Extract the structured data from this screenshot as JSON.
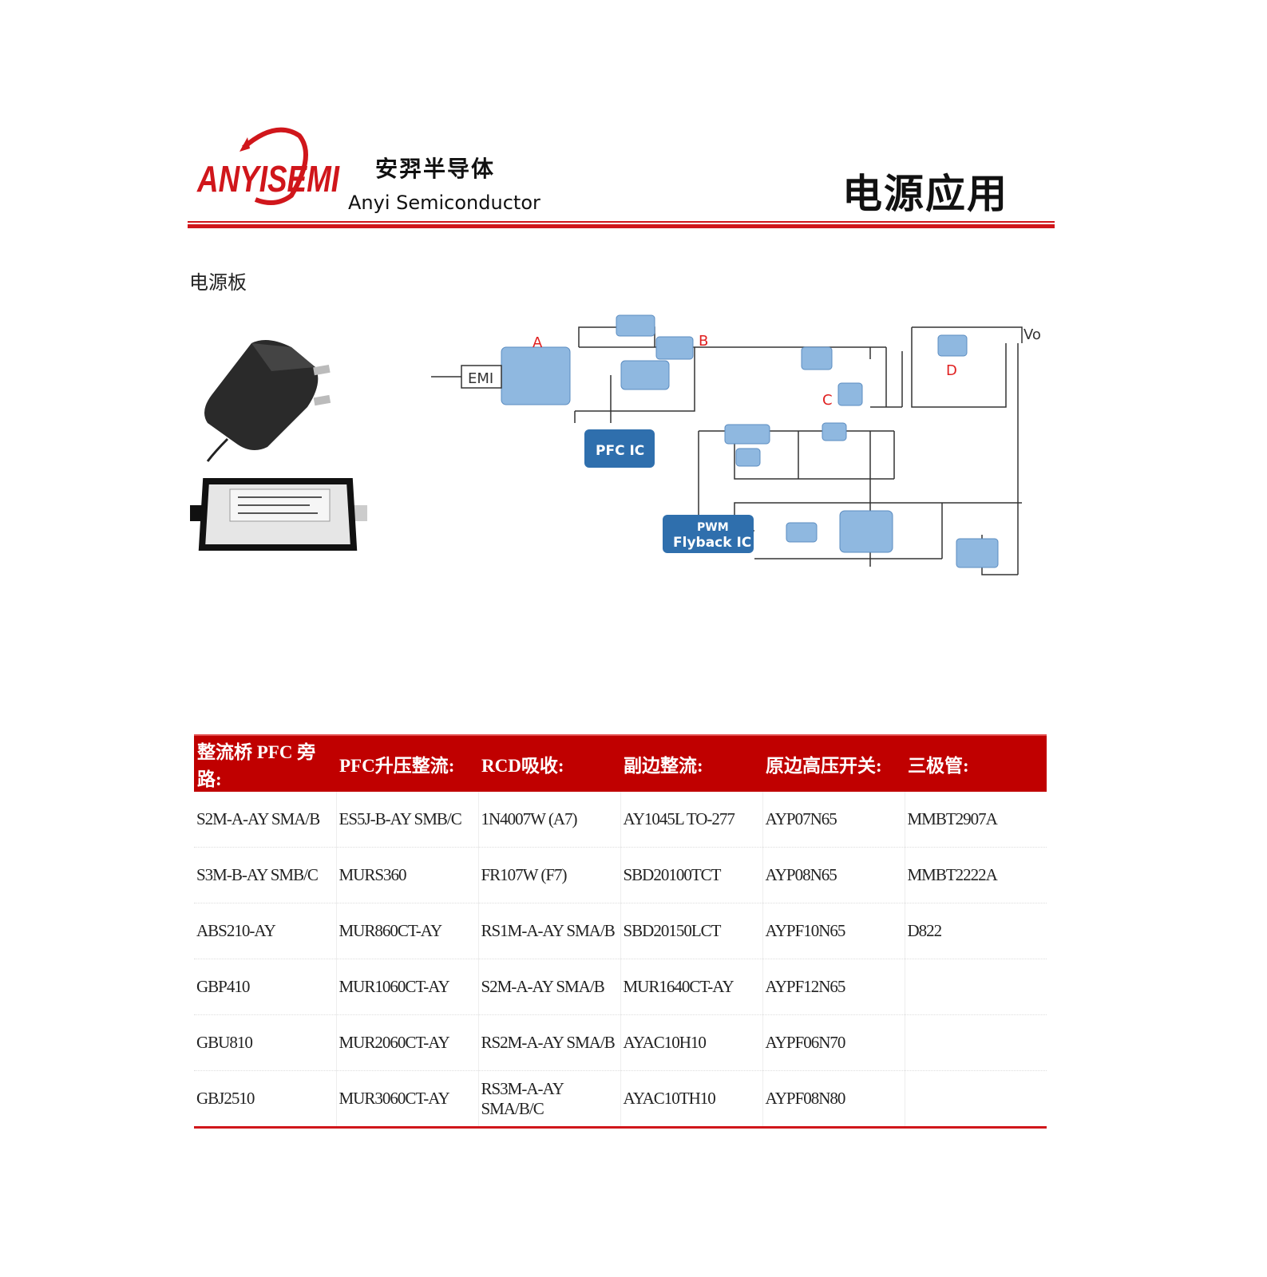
{
  "header": {
    "logo_text": "ANYISEMI",
    "company_cn": "安羿半导体",
    "company_en": "Anyi Semiconductor",
    "title": "电源应用"
  },
  "section_title": "电源板",
  "diagram": {
    "labels": {
      "emi": "EMI",
      "pfc_ic": "PFC IC",
      "pwm": "PWM",
      "flyback": "Flyback IC",
      "a": "A",
      "b": "B",
      "c": "C",
      "d": "D",
      "vo": "Vo"
    }
  },
  "colors": {
    "brand_red": "#c00000",
    "block_blue": "#2f6fad",
    "part_blue": "#8fb8e0"
  },
  "table": {
    "headers": [
      "整流桥 PFC 旁路:",
      "PFC升压整流:",
      "RCD吸收:",
      "副边整流:",
      "原边高压开关:",
      "三极管:"
    ],
    "rows": [
      [
        "S2M-A-AY SMA/B",
        "ES5J-B-AY SMB/C",
        "1N4007W (A7)",
        "AY1045L TO-277",
        "AYP07N65",
        "MMBT2907A"
      ],
      [
        "S3M-B-AY SMB/C",
        "MURS360",
        "FR107W  (F7)",
        "SBD20100TCT",
        "AYP08N65",
        "MMBT2222A"
      ],
      [
        "ABS210-AY",
        "MUR860CT-AY",
        "RS1M-A-AY SMA/B",
        "SBD20150LCT",
        "AYPF10N65",
        "D822"
      ],
      [
        "GBP410",
        "MUR1060CT-AY",
        "S2M-A-AY  SMA/B",
        "MUR1640CT-AY",
        "AYPF12N65",
        ""
      ],
      [
        "GBU810",
        "MUR2060CT-AY",
        "RS2M-A-AY SMA/B",
        "AYAC10H10",
        "AYPF06N70",
        ""
      ],
      [
        "GBJ2510",
        "MUR3060CT-AY",
        "RS3M-A-AY SMA/B/C",
        "AYAC10TH10",
        "AYPF08N80",
        ""
      ]
    ]
  }
}
